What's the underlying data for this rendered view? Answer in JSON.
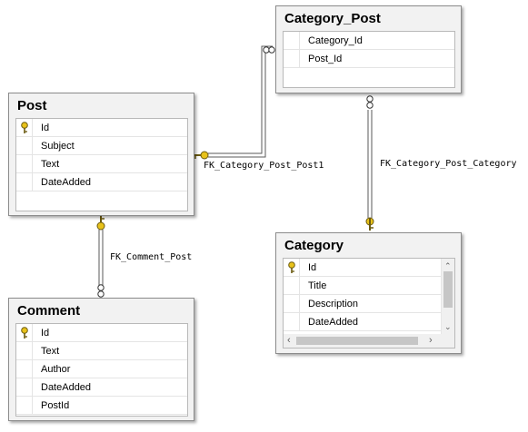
{
  "tables": {
    "post": {
      "title": "Post",
      "columns": [
        {
          "name": "Id",
          "primary_key": true
        },
        {
          "name": "Subject",
          "primary_key": false
        },
        {
          "name": "Text",
          "primary_key": false
        },
        {
          "name": "DateAdded",
          "primary_key": false
        }
      ]
    },
    "category_post": {
      "title": "Category_Post",
      "columns": [
        {
          "name": "Category_Id",
          "primary_key": false
        },
        {
          "name": "Post_Id",
          "primary_key": false
        }
      ]
    },
    "category": {
      "title": "Category",
      "columns": [
        {
          "name": "Id",
          "primary_key": true
        },
        {
          "name": "Title",
          "primary_key": false
        },
        {
          "name": "Description",
          "primary_key": false
        },
        {
          "name": "DateAdded",
          "primary_key": false
        }
      ]
    },
    "comment": {
      "title": "Comment",
      "columns": [
        {
          "name": "Id",
          "primary_key": true
        },
        {
          "name": "Text",
          "primary_key": false
        },
        {
          "name": "Author",
          "primary_key": false
        },
        {
          "name": "DateAdded",
          "primary_key": false
        },
        {
          "name": "PostId",
          "primary_key": false
        }
      ]
    }
  },
  "relationships": {
    "category_post_post": "FK_Category_Post_Post1",
    "category_post_category": "FK_Category_Post_Category",
    "comment_post": "FK_Comment_Post"
  },
  "icons": {
    "primary_key": "key-icon",
    "one_end": "key-connector-icon",
    "many_end": "infinity-connector-icon"
  },
  "colors": {
    "key": "#e8c21a",
    "line": "#5a5a5a",
    "table_bg": "#f2f2f2"
  }
}
